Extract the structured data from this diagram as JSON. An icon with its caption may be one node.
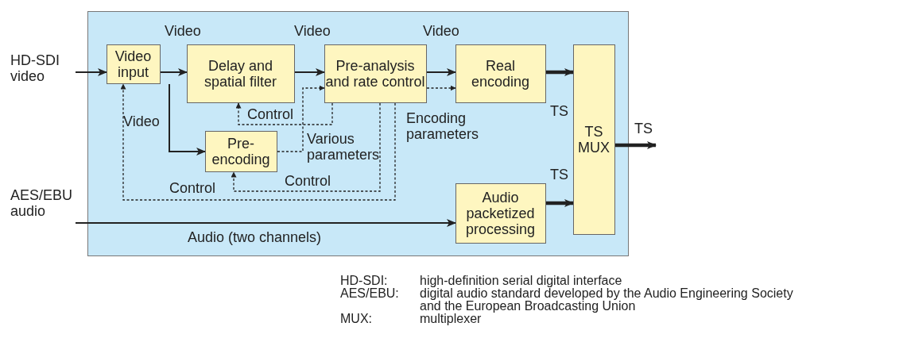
{
  "diagram": {
    "nodes": [
      {
        "text": [],
        "shape": "box"
      },
      {
        "text": [
          "HD-SDI video"
        ]
      },
      {
        "text": [
          "Video input"
        ],
        "in": 0
      },
      {
        "text": [
          "Delay and spatial filter"
        ],
        "in": 0
      },
      {
        "text": [
          "Pre-analysis and rate control"
        ],
        "in": 0
      },
      {
        "text": [
          "Real encoding"
        ],
        "in": 0
      },
      {
        "text": [
          "TS MUX"
        ],
        "in": 0
      },
      {
        "text": [
          "Pre-encoding"
        ],
        "in": 0
      },
      {
        "text": [
          "Audio packetized processing"
        ],
        "in": 0
      },
      {
        "text": [
          "AES/EBU audio"
        ]
      }
    ],
    "edges": [
      {
        "from": 1,
        "to": 2,
        "arrow": "to"
      },
      {
        "from": 2,
        "to": 3,
        "arrow": "to",
        "label": "Video"
      },
      {
        "from": 2,
        "to": 7,
        "arrow": "to",
        "label": "Video"
      },
      {
        "from": 3,
        "to": 4,
        "arrow": "to",
        "label": "Video"
      },
      {
        "from": 4,
        "to": 5,
        "arrow": "to",
        "label": "Video"
      },
      {
        "from": 4,
        "to": 5,
        "arrow": "to",
        "style": "dashed",
        "label": "Encoding parameters"
      },
      {
        "from": 7,
        "to": 4,
        "arrow": "to",
        "style": "dashed",
        "label": "Various parameters"
      },
      {
        "from": 4,
        "to": 3,
        "arrow": "to",
        "style": "dashed",
        "label": "Control"
      },
      {
        "from": 4,
        "to": 7,
        "arrow": "to",
        "style": "dashed",
        "label": "Control"
      },
      {
        "from": 4,
        "to": 2,
        "arrow": "to",
        "style": "dashed",
        "label": "Control"
      },
      {
        "from": 9,
        "to": 8,
        "arrow": "to",
        "label": "Audio (two channels)"
      },
      {
        "from": 5,
        "to": 6,
        "arrow": "to",
        "style": "thick",
        "label": "TS"
      },
      {
        "from": 8,
        "to": 6,
        "arrow": "to",
        "style": "thick",
        "label": "TS"
      },
      {
        "from": 6,
        "to": null,
        "arrow": "to",
        "style": "thick",
        "label": "TS"
      }
    ],
    "labels": [
      "HD-SDI:",
      "high-definition serial digital interface",
      "AES/EBU:",
      "digital audio standard developed by the Audio Engineering Society and the European Broadcasting Union",
      "MUX:",
      "multiplexer"
    ]
  }
}
